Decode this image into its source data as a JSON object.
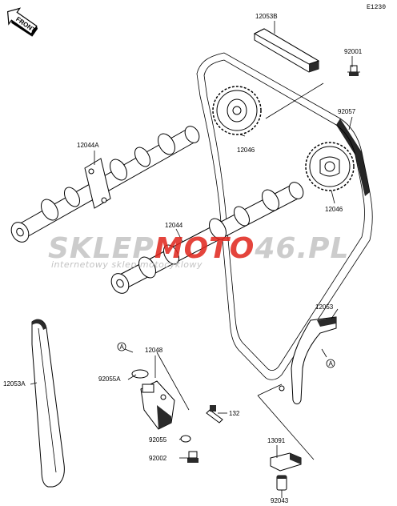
{
  "diagram_code": "E1230",
  "front_label": "FRONT",
  "watermark": {
    "part1": "SKLEP",
    "part2": "MOTO",
    "part3": "46.PL",
    "tagline": "internetowy sklep motocyklowy"
  },
  "callouts": {
    "c12053B": "12053B",
    "c92001": "92001",
    "c92057": "92057",
    "c12046_upper": "12046",
    "c12046_right": "12046",
    "c12044A": "12044A",
    "c12044": "12044",
    "c12053": "12053",
    "c12048": "12048",
    "c92055A": "92055A",
    "c12053A": "12053A",
    "c132": "132",
    "c92055": "92055",
    "c92002": "92002",
    "c13091": "13091",
    "c92043": "92043",
    "ref_A_top": "A",
    "ref_A_right": "A"
  },
  "colors": {
    "watermark_red": "#e0241b",
    "watermark_gray": "#c4c4c4",
    "ink": "#000000"
  }
}
